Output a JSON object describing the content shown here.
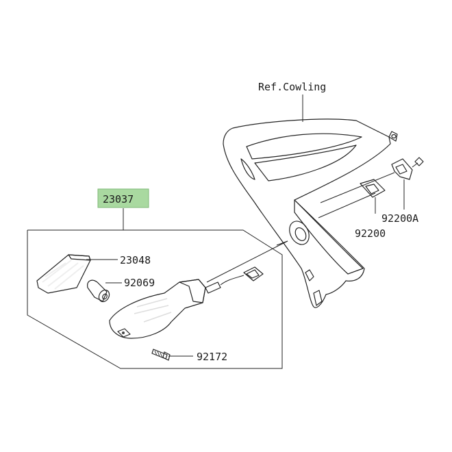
{
  "labels": {
    "ref_cowling": "Ref.Cowling",
    "assembly": "23037",
    "lens": "23048",
    "bulb": "92069",
    "screw": "92172",
    "grommet": "92200",
    "bracket": "92200A"
  },
  "colors": {
    "highlight": "#a9d9a0",
    "lines": "#222222",
    "shading": "#6f6f6f"
  }
}
